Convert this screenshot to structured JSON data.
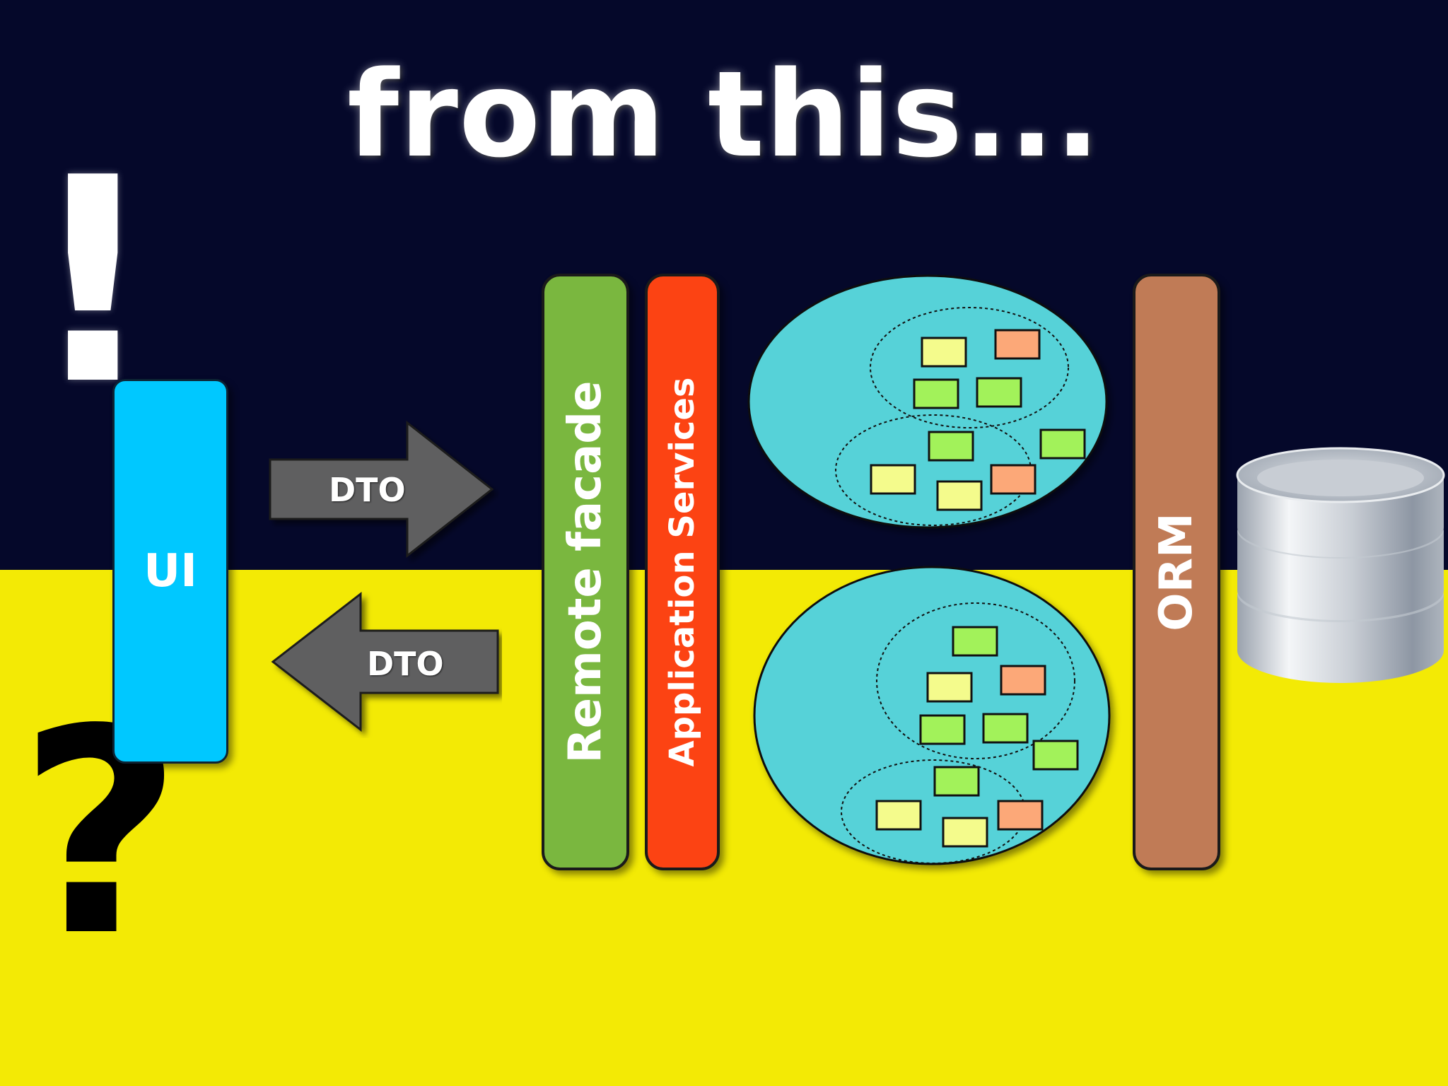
{
  "slide": {
    "title": "from this...",
    "exclamation": "!",
    "question": "?"
  },
  "ui": {
    "label": "UI",
    "color": "#00c8ff"
  },
  "arrows": {
    "to_server_label": "DTO",
    "to_client_label": "DTO",
    "color": "#5f5f61"
  },
  "layers": {
    "remote_facade": {
      "label": "Remote facade",
      "color": "#7ab73f"
    },
    "application_services": {
      "label": "Application Services",
      "color": "#fc4313"
    },
    "orm": {
      "label": "ORM",
      "color": "#c07b56"
    }
  },
  "domain_models": {
    "fill": "#56d2d8",
    "entity_colors": {
      "yellow": "#f4fb8c",
      "green": "#a2f25a",
      "orange": "#fca878"
    }
  },
  "database": {
    "icon": "database-icon"
  },
  "colors": {
    "top_background": "#05082a",
    "bottom_background": "#f3ea05"
  }
}
